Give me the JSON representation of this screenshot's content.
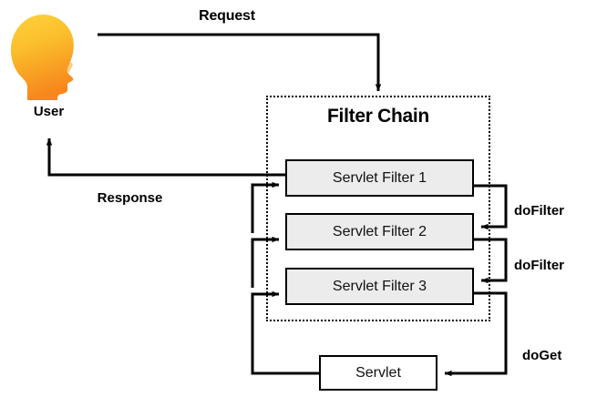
{
  "diagram": {
    "title_text": "Filter Chain",
    "actor": {
      "icon": "user-head-icon",
      "label": "User"
    },
    "flows": {
      "request_label": "Request",
      "response_label": "Response",
      "dofilter_1_label": "doFilter",
      "dofilter_2_label": "doFilter",
      "doget_label": "doGet"
    },
    "filters": [
      {
        "label": "Servlet Filter 1"
      },
      {
        "label": "Servlet Filter 2"
      },
      {
        "label": "Servlet Filter 3"
      }
    ],
    "servlet": {
      "label": "Servlet"
    },
    "colors": {
      "stroke": "#000000",
      "filter_fill": "#ececec",
      "servlet_fill": "#ffffff",
      "background": "#ffffff",
      "head_gradient_top": "#fbc531",
      "head_gradient_bottom": "#f7901e"
    }
  }
}
